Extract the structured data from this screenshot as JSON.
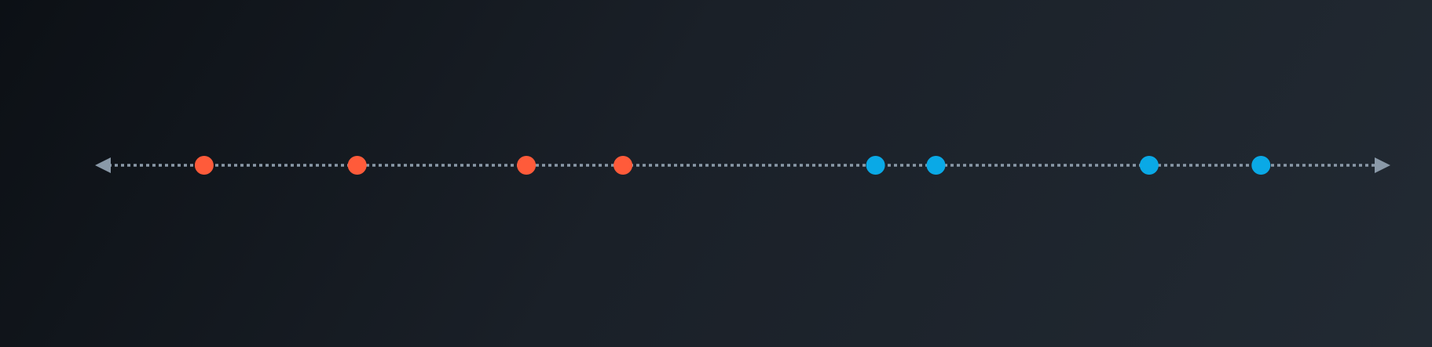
{
  "diagram": {
    "type": "number-line",
    "line_color": "#8a99a8",
    "line_style": "dotted",
    "arrows": [
      "left",
      "right"
    ],
    "groups": [
      {
        "color": "#ff5b3a",
        "points": [
          0.0755,
          0.1962,
          0.3297,
          0.4059
        ]
      },
      {
        "color": "#0aa9e6",
        "points": [
          0.6051,
          0.6527,
          0.8209,
          0.9091
        ]
      }
    ]
  }
}
